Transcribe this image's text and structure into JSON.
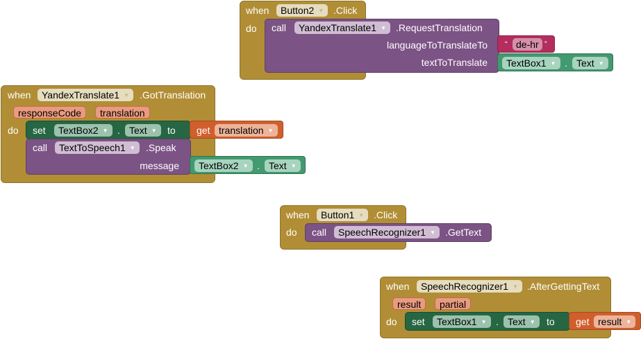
{
  "blocks": {
    "button2_click": {
      "when": "when",
      "component": "Button2",
      "event": ".Click",
      "do": "do",
      "call": {
        "kw": "call",
        "component": "YandexTranslate1",
        "method": ".RequestTranslation",
        "args": [
          {
            "name": "languageToTranslateTo",
            "value_type": "text",
            "value": "de-hr"
          },
          {
            "name": "textToTranslate",
            "value_type": "component-getter",
            "component": "TextBox1",
            "property": "Text"
          }
        ]
      }
    },
    "yandex_got_translation": {
      "when": "when",
      "component": "YandexTranslate1",
      "event": ".GotTranslation",
      "params": [
        "responseCode",
        "translation"
      ],
      "do": "do",
      "set": {
        "kw": "set",
        "component": "TextBox2",
        "property": "Text",
        "to": "to",
        "get_kw": "get",
        "get_var": "translation"
      },
      "call": {
        "kw": "call",
        "component": "TextToSpeech1",
        "method": ".Speak",
        "arg_name": "message",
        "arg_component": "TextBox2",
        "arg_property": "Text"
      }
    },
    "button1_click": {
      "when": "when",
      "component": "Button1",
      "event": ".Click",
      "do": "do",
      "call": {
        "kw": "call",
        "component": "SpeechRecognizer1",
        "method": ".GetText"
      }
    },
    "speech_after_getting_text": {
      "when": "when",
      "component": "SpeechRecognizer1",
      "event": ".AfterGettingText",
      "params": [
        "result",
        "partial"
      ],
      "do": "do",
      "set": {
        "kw": "set",
        "component": "TextBox1",
        "property": "Text",
        "to": "to",
        "get_kw": "get",
        "get_var": "result"
      }
    }
  },
  "symbols": {
    "dot": ".",
    "dropdown_arrow": "▼",
    "quote_open": "“",
    "quote_close": "”"
  },
  "colors": {
    "event": "#b18e35",
    "procedure": "#7c5385",
    "setter": "#266643",
    "getter": "#d05f2d",
    "text": "#b32d5e",
    "component_getter": "#439970"
  }
}
